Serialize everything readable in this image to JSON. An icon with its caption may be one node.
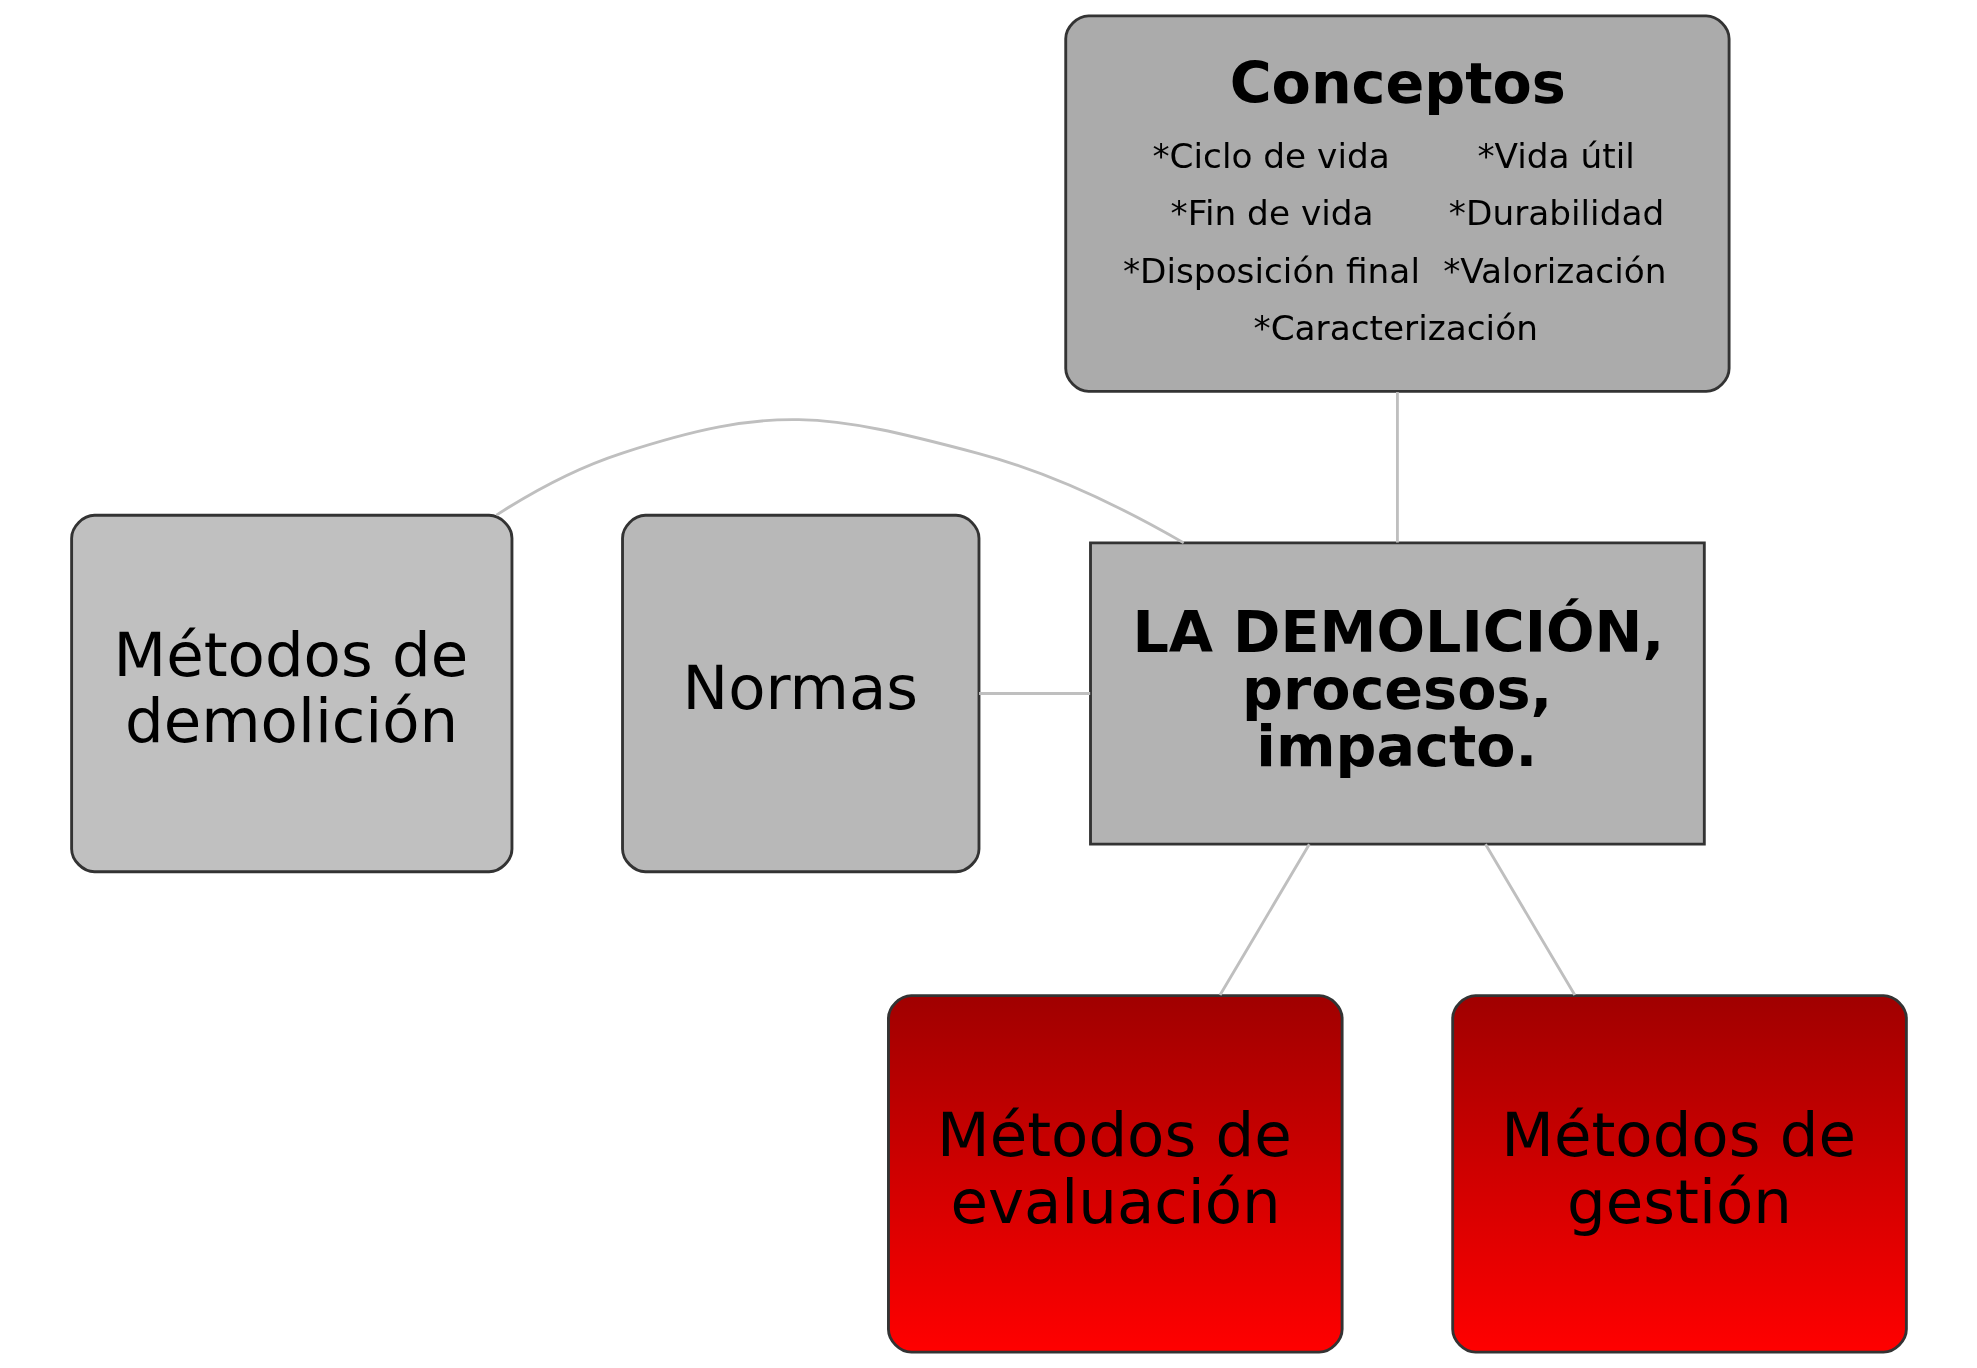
{
  "diagram": {
    "nodes": [
      {
        "text": [
          "Conceptos",
          "*Ciclo de vida",
          "*Vida útil",
          "*Fin de vida",
          "*Durabilidad",
          "*Disposición final",
          "*Valorización",
          "*Caracterización"
        ]
      },
      {
        "text": [
          "Métodos de demolición"
        ]
      },
      {
        "text": [
          "Normas"
        ]
      },
      {
        "text": [
          "LA DEMOLICIÓN, procesos, impacto."
        ]
      },
      {
        "text": [
          "Métodos de evaluación"
        ]
      },
      {
        "text": [
          "Métodos de gestión"
        ]
      }
    ],
    "edges": [
      {
        "from": 0,
        "to": 3,
        "arrow": "none"
      },
      {
        "from": 1,
        "to": 3,
        "arrow": "none"
      },
      {
        "from": 2,
        "to": 3,
        "arrow": "none"
      },
      {
        "from": 3,
        "to": 4,
        "arrow": "none"
      },
      {
        "from": 3,
        "to": 5,
        "arrow": "none"
      }
    ]
  }
}
